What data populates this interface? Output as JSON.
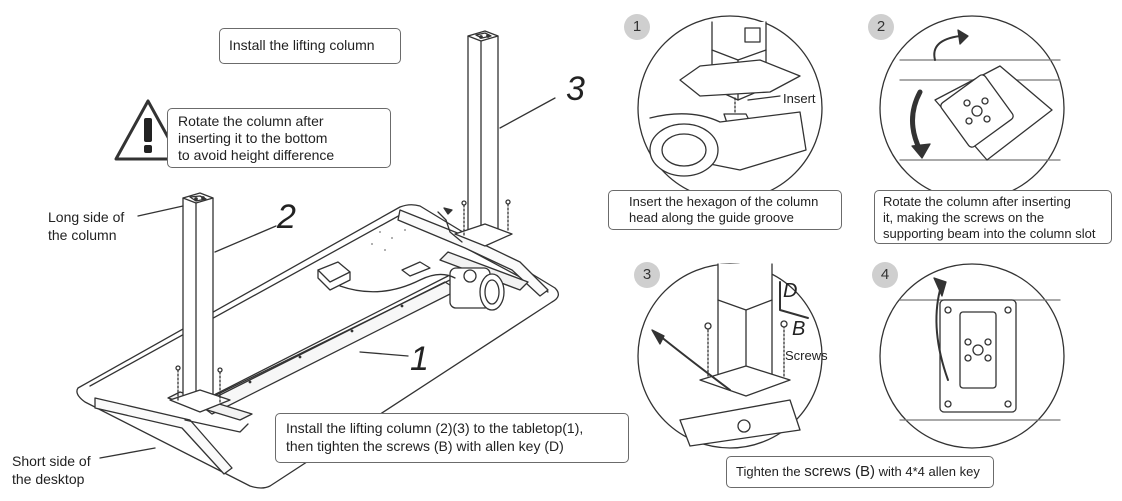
{
  "main": {
    "title": "Install the lifting column",
    "warning_text": [
      "Rotate the column after",
      "inserting it to the bottom",
      "to avoid height difference"
    ],
    "long_side_label": [
      "Long side of",
      "the column"
    ],
    "short_side_label": [
      "Short side of",
      "the desktop"
    ],
    "part_numbers": [
      "1",
      "2",
      "3"
    ],
    "instruction": [
      "Install the lifting column (2)(3) to the tabletop(1),",
      "then tighten the screws (B) with allen key (D)"
    ]
  },
  "steps": [
    {
      "number": "1",
      "caption": [
        "Insert the hexagon of the column",
        "head along the guide groove"
      ],
      "callout": "Insert"
    },
    {
      "number": "2",
      "caption": [
        "Rotate the column after inserting",
        "it, making the screws on the",
        "supporting beam into the column slot"
      ]
    },
    {
      "number": "3",
      "callouts": [
        "D",
        "B",
        "Screws"
      ]
    },
    {
      "number": "4"
    }
  ],
  "footer": {
    "tighten_prefix": "Tighten the",
    "tighten_screws": "screws (B)",
    "tighten_suffix": "with 4*4 allen key"
  }
}
